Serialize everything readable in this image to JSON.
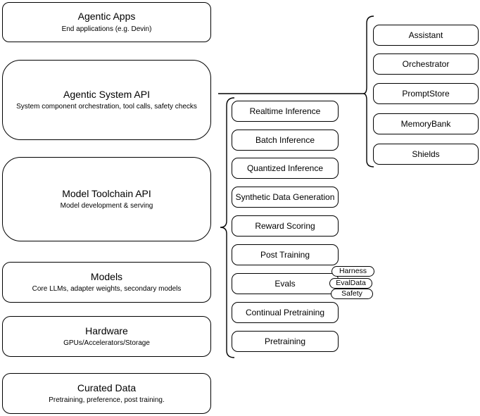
{
  "left_column": [
    {
      "title": "Agentic Apps",
      "subtitle": "End applications (e.g. Devin)"
    },
    {
      "title": "Agentic System API",
      "subtitle": "System component orchestration, tool calls, safety checks"
    },
    {
      "title": "Model Toolchain API",
      "subtitle": "Model development & serving"
    },
    {
      "title": "Models",
      "subtitle": "Core LLMs, adapter weights, secondary models"
    },
    {
      "title": "Hardware",
      "subtitle": "GPUs/Accelerators/Storage"
    },
    {
      "title": "Curated Data",
      "subtitle": "Pretraining, preference, post training."
    }
  ],
  "toolchain": {
    "items": [
      "Realtime Inference",
      "Batch Inference",
      "Quantized Inference",
      "Synthetic Data Generation",
      "Reward Scoring",
      "Post Training",
      "Evals",
      "Continual Pretraining",
      "Pretraining"
    ]
  },
  "eval_badges": [
    "Harness",
    "EvalData",
    "Safety"
  ],
  "system_components": [
    "Assistant",
    "Orchestrator",
    "PromptStore",
    "MemoryBank",
    "Shields"
  ],
  "colors": {
    "stroke": "#000000",
    "fill": "#ffffff",
    "text": "#000000"
  }
}
